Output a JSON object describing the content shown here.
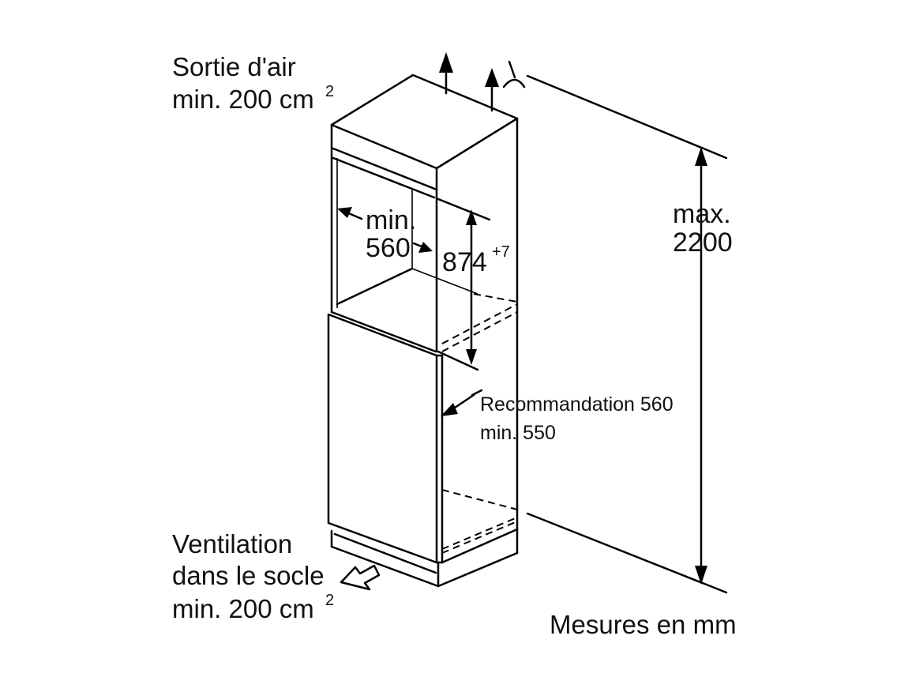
{
  "labels": {
    "air_outlet_line1": "Sortie d'air",
    "air_outlet_line2": "min. 200 cm",
    "air_outlet_sup": "2",
    "width_line1": "min.",
    "width_line2": "560",
    "height_value": "874",
    "height_tolerance": "+7",
    "total_height_line1": "max.",
    "total_height_line2": "2200",
    "depth_line1": "Recommandation 560",
    "depth_line2": "min. 550",
    "vent_line1": "Ventilation",
    "vent_line2": "dans le socle",
    "vent_line3": "min. 200 cm",
    "vent_sup": "2",
    "units": "Mesures en mm"
  }
}
